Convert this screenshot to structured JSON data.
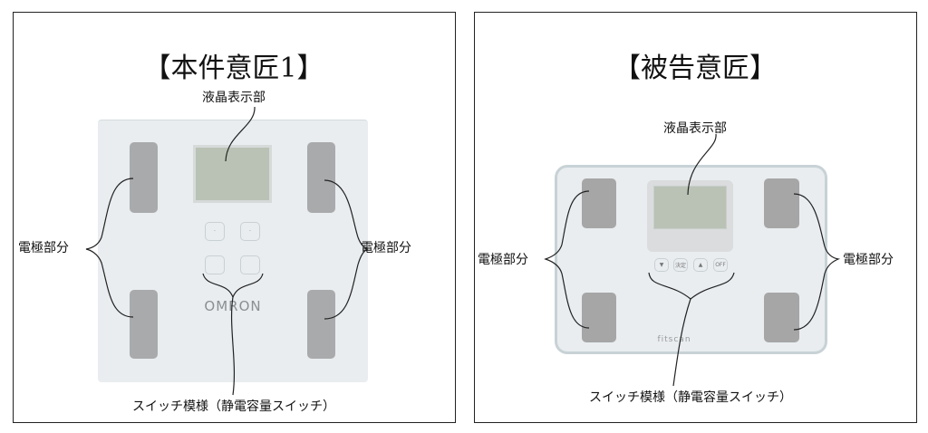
{
  "left_panel": {
    "title": "【本件意匠1】",
    "lcd_label": "液晶表示部",
    "electrode_label_left": "電極部分",
    "electrode_label_right": "電極部分",
    "switch_label": "スイッチ模様（静電容量スイッチ）",
    "brand_logo": "OMRON"
  },
  "right_panel": {
    "title": "【被告意匠】",
    "lcd_label": "液晶表示部",
    "electrode_label_left": "電極部分",
    "electrode_label_right": "電極部分",
    "switch_label": "スイッチ模様（静電容量スイッチ）",
    "brand_logo": "fitscan",
    "buttons": [
      "▼",
      "決定",
      "▲",
      "OFF"
    ]
  }
}
